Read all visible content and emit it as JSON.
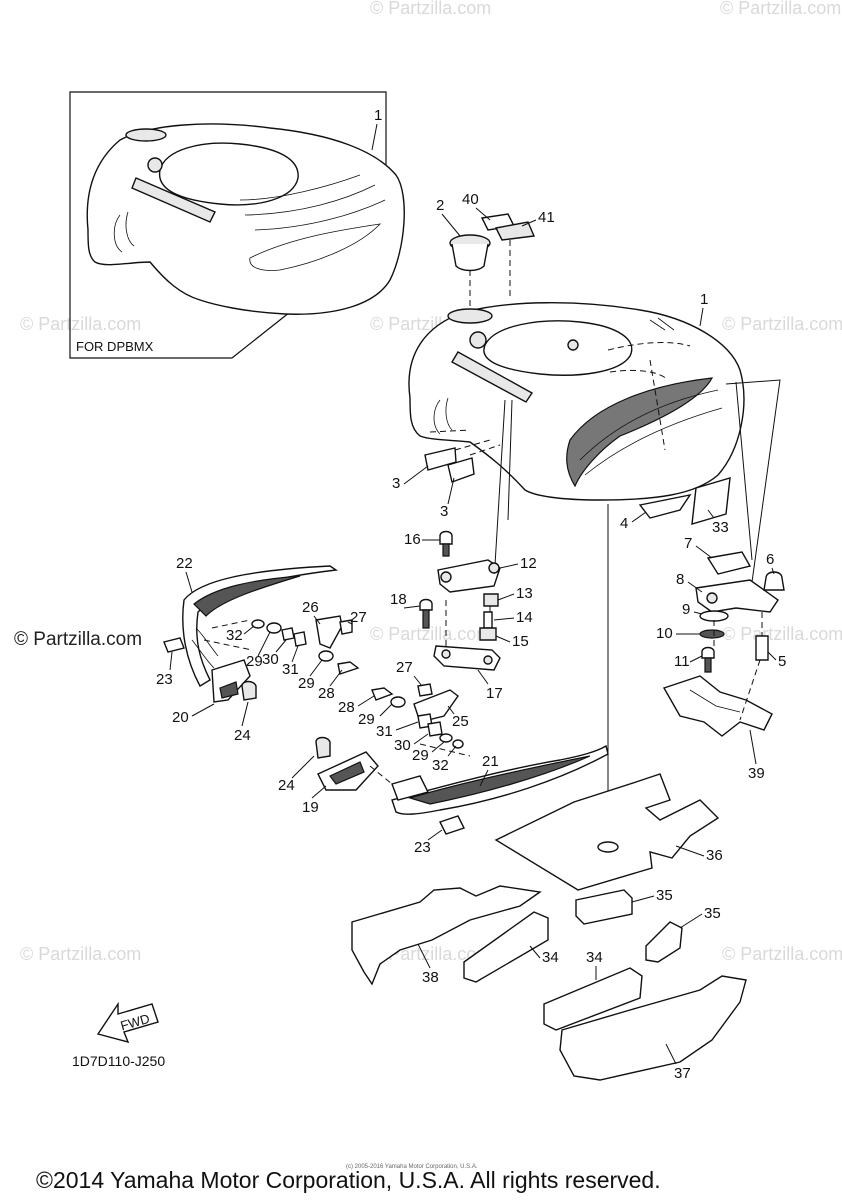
{
  "watermarks": {
    "text": "© Partzilla.com",
    "strong_text": "© Partzilla.com"
  },
  "inset": {
    "label": "FOR DPBMX"
  },
  "fwd_label": "FWD",
  "diagram_code": "1D7D110-J250",
  "tiny_note": "(c) 2005-2016 Yamaha Motor Corporation, U.S.A.",
  "footer": "©2014 Yamaha Motor Corporation, U.S.A. All rights reserved.",
  "callouts": [
    "1",
    "1",
    "2",
    "40",
    "41",
    "3",
    "3",
    "4",
    "33",
    "7",
    "6",
    "8",
    "5",
    "9",
    "10",
    "11",
    "39",
    "16",
    "12",
    "13",
    "14",
    "15",
    "17",
    "18",
    "22",
    "26",
    "27",
    "32",
    "29",
    "30",
    "31",
    "23",
    "29",
    "28",
    "27",
    "28",
    "29",
    "31",
    "25",
    "30",
    "29",
    "32",
    "21",
    "20",
    "24",
    "24",
    "19",
    "23",
    "36",
    "35",
    "35",
    "34",
    "34",
    "38",
    "37"
  ]
}
